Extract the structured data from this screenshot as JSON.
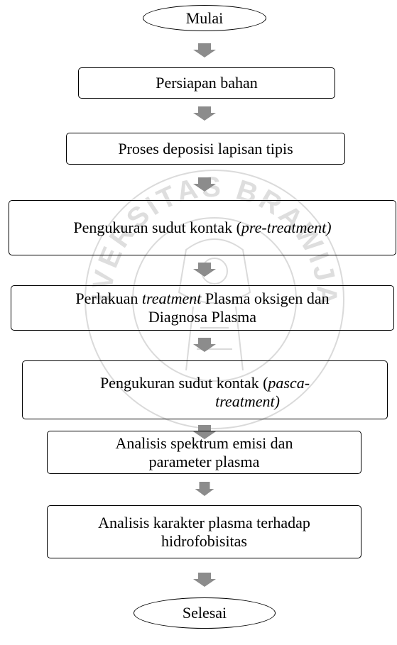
{
  "watermark": {
    "text": "UNIVERSITAS BRAWIJAYA",
    "color": "#9a9a9a"
  },
  "arrow_color": "#8c8c8c",
  "flow": {
    "start": "Mulai",
    "step1": "Persiapan bahan",
    "step2": "Proses deposisi lapisan tipis",
    "step3": {
      "before": "Pengukuran sudut kontak (",
      "italic": "pre-treatment)"
    },
    "step4": {
      "line1_a": "Perlakuan ",
      "line1_italic": "treatment",
      "line1_b": " Plasma oksigen dan",
      "line2": "Diagnosa Plasma"
    },
    "step5": {
      "line1_a": "Pengukuran sudut kontak (",
      "line1_italic": "pasca-",
      "line2_italic": "treatment)"
    },
    "step6": {
      "line1": "Analisis spektrum emisi dan",
      "line2": "parameter plasma"
    },
    "step7": {
      "line1": "Analisis karakter plasma terhadap",
      "line2": "hidrofobisitas"
    },
    "end": "Selesai"
  }
}
